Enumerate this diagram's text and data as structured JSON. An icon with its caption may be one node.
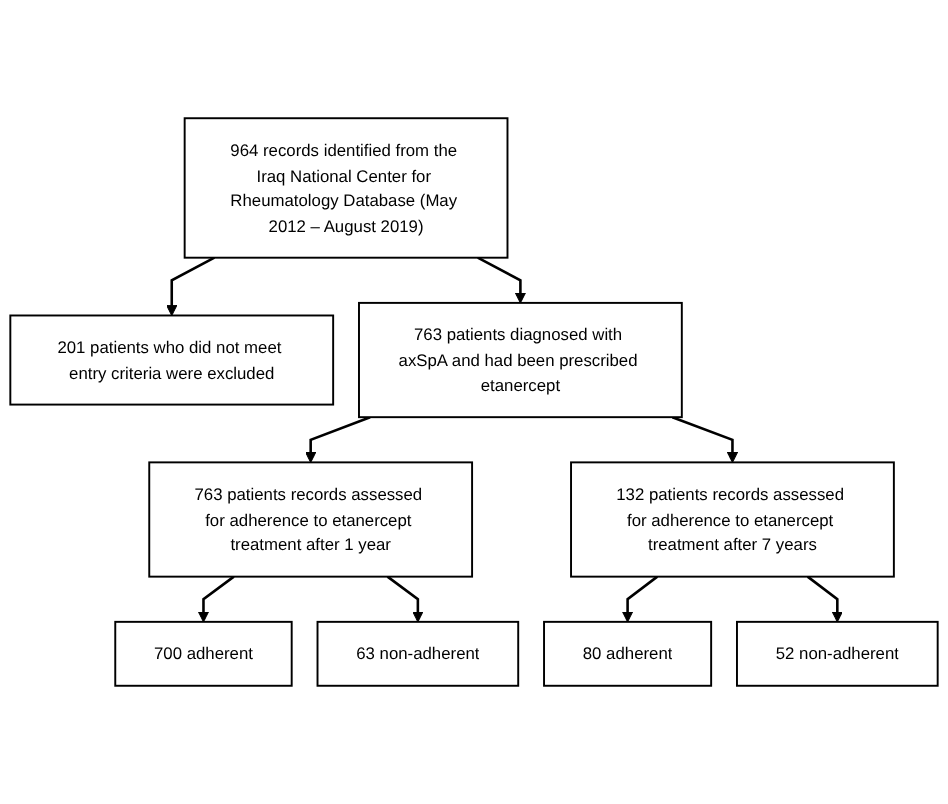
{
  "diagram": {
    "nodes": [
      {
        "text": [
          "964 records identified from the Iraq National Center for Rheumatology Database (May 2012 – August 2019)"
        ]
      },
      {
        "text": [
          "201 patients who did not meet entry criteria were excluded"
        ]
      },
      {
        "text": [
          "763 patients diagnosed with axSpA and had been prescribed etanercept"
        ]
      },
      {
        "text": [
          "763 patients records assessed for adherence to etanercept treatment after 1 year"
        ]
      },
      {
        "text": [
          "132 patients records assessed for adherence to etanercept treatment after 7 years"
        ]
      },
      {
        "text": [
          "700 adherent"
        ]
      },
      {
        "text": [
          "63 non-adherent"
        ]
      },
      {
        "text": [
          "80 adherent"
        ]
      },
      {
        "text": [
          "52 non-adherent"
        ]
      }
    ],
    "edges": [
      {
        "from": 0,
        "to": 2,
        "arrow": "to"
      },
      {
        "from": 0,
        "to": 1,
        "arrow": "to"
      },
      {
        "from": 2,
        "to": 3,
        "arrow": "to"
      },
      {
        "from": 2,
        "to": 4,
        "arrow": "to"
      },
      {
        "from": 3,
        "to": 5,
        "arrow": "to"
      },
      {
        "from": 3,
        "to": 6,
        "arrow": "to"
      },
      {
        "from": 4,
        "to": 7,
        "arrow": "to"
      },
      {
        "from": 4,
        "to": 8,
        "arrow": "to"
      }
    ]
  }
}
